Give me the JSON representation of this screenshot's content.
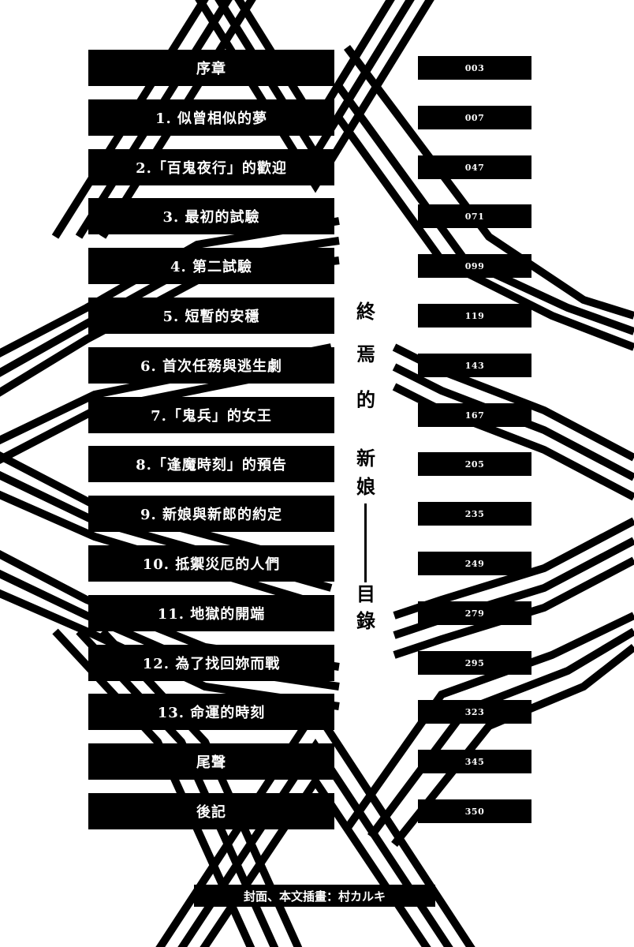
{
  "toc": {
    "entries": [
      {
        "title": "序章",
        "page": "003"
      },
      {
        "title": "1. 似曾相似的夢",
        "page": "007"
      },
      {
        "title": "2.「百鬼夜行」的歡迎",
        "page": "047"
      },
      {
        "title": "3. 最初的試驗",
        "page": "071"
      },
      {
        "title": "4. 第二試驗",
        "page": "099"
      },
      {
        "title": "5. 短暫的安穩",
        "page": "119"
      },
      {
        "title": "6. 首次任務與逃生劇",
        "page": "143"
      },
      {
        "title": "7.「鬼兵」的女王",
        "page": "167"
      },
      {
        "title": "8.「逢魔時刻」的預告",
        "page": "205"
      },
      {
        "title": "9. 新娘與新郎的約定",
        "page": "235"
      },
      {
        "title": "10. 抵禦災厄的人們",
        "page": "249"
      },
      {
        "title": "11. 地獄的開端",
        "page": "279"
      },
      {
        "title": "12. 為了找回妳而戰",
        "page": "295"
      },
      {
        "title": "13. 命運的時刻",
        "page": "323"
      },
      {
        "title": "尾聲",
        "page": "345"
      },
      {
        "title": "後記",
        "page": "350"
      }
    ]
  },
  "book_title": {
    "chars": [
      "終",
      "焉",
      "的",
      "新",
      "娘",
      "目",
      "錄"
    ]
  },
  "credit": {
    "text": "封面、本文插畫：村カルキ"
  },
  "colors": {
    "ink": "#000000",
    "paper": "#ffffff"
  }
}
